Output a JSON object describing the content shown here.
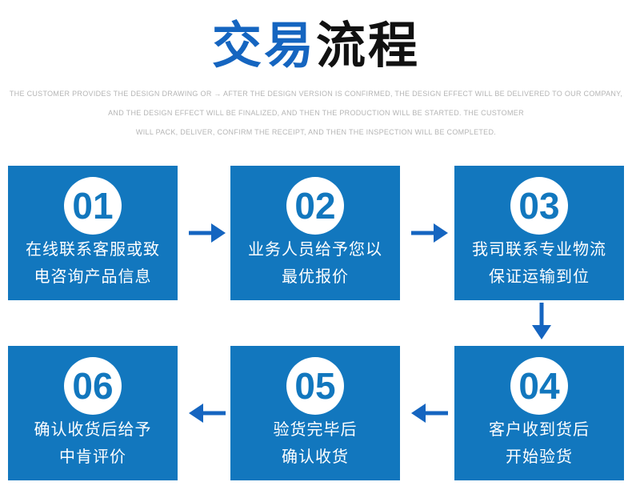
{
  "header": {
    "title_blue": "交易",
    "title_black": "流程",
    "subtitle_lines": [
      "THE CUSTOMER PROVIDES THE DESIGN DRAWING OR → AFTER THE DESIGN VERSION IS CONFIRMED, THE DESIGN EFFECT WILL BE DELIVERED TO OUR COMPANY,",
      "AND THE DESIGN EFFECT WILL BE FINALIZED, AND THEN THE PRODUCTION WILL BE STARTED. THE CUSTOMER",
      "WILL PACK, DELIVER, CONFIRM THE RECEIPT, AND THEN THE INSPECTION WILL BE COMPLETED."
    ]
  },
  "steps": [
    {
      "number": "01",
      "line1": "在线联系客服或致",
      "line2": "电咨询产品信息"
    },
    {
      "number": "02",
      "line1": "业务人员给予您以",
      "line2": "最优报价"
    },
    {
      "number": "03",
      "line1": "我司联系专业物流",
      "line2": "保证运输到位"
    },
    {
      "number": "04",
      "line1": "客户收到货后",
      "line2": "开始验货"
    },
    {
      "number": "05",
      "line1": "验货完毕后",
      "line2": "确认收货"
    },
    {
      "number": "06",
      "line1": "确认收货后给予",
      "line2": "中肯评价"
    }
  ],
  "icons": {
    "right_arrow": "arrow-right-icon",
    "left_arrow": "arrow-left-icon",
    "down_arrow": "arrow-down-icon"
  },
  "colors": {
    "box_blue": "#1277be",
    "arrow_blue": "#1565c0",
    "title_blue": "#1565c0",
    "title_black": "#111111",
    "subtitle_gray": "#b5b5b5"
  }
}
